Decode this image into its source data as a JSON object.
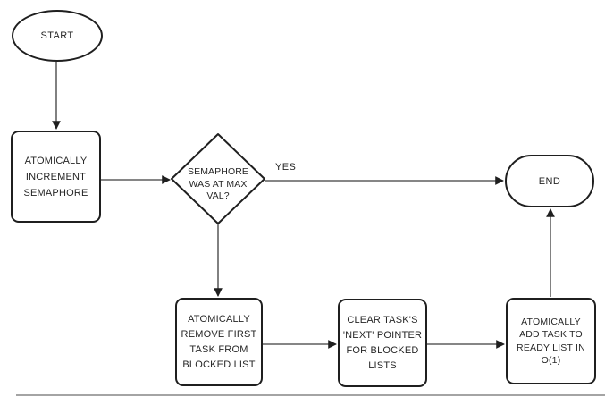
{
  "flowchart": {
    "nodes": {
      "start": {
        "label": "START",
        "shape": "ellipse"
      },
      "atomically_increment": {
        "shape": "process",
        "lines": [
          "ATOMICALLY",
          "INCREMENT",
          "SEMAPHORE"
        ]
      },
      "semaphore_max_decision": {
        "shape": "diamond",
        "lines": [
          "SEMAPHORE",
          "WAS AT MAX",
          "VAL?"
        ]
      },
      "end": {
        "label": "END",
        "shape": "stadium"
      },
      "remove_first_task": {
        "shape": "process",
        "lines": [
          "ATOMICALLY",
          "REMOVE FIRST",
          "TASK FROM",
          "BLOCKED LIST"
        ]
      },
      "clear_next_pointer": {
        "shape": "process",
        "lines": [
          "CLEAR TASK'S",
          "'NEXT' POINTER",
          "FOR BLOCKED",
          "LISTS"
        ]
      },
      "add_task_ready": {
        "shape": "process",
        "lines": [
          "ATOMICALLY",
          "ADD TASK TO",
          "READY LIST IN",
          "O(1)"
        ]
      }
    },
    "edge_labels": {
      "yes": "YES"
    },
    "colors": {
      "shape_stroke": "#1f1f1f",
      "connector": "#3d3d3d",
      "text": "#262626",
      "background": "#ffffff"
    }
  }
}
